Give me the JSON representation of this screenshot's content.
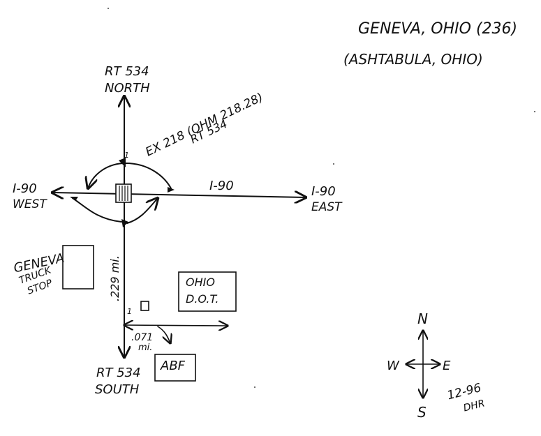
{
  "header": {
    "title": "GENEVA, OHIO (236)",
    "subtitle": "(ASHTABULA, OHIO)"
  },
  "roads": {
    "rt534_north": [
      "RT 534",
      "NORTH"
    ],
    "rt534_south": [
      "RT 534",
      "SOUTH"
    ],
    "i90_west": [
      "I-90",
      "WEST"
    ],
    "i90_east": [
      "I-90",
      "EAST"
    ],
    "i90_mid": "I-90"
  },
  "exit": {
    "number": "EX 218 (OHM 218.28)",
    "route": "RT 534"
  },
  "distances": {
    "south_leg": ".229 mi.",
    "east_branch": [
      ".071",
      "mi."
    ],
    "tick_marks": [
      "1",
      "1"
    ]
  },
  "places": {
    "truck_stop": [
      "GENEVA",
      "TRUCK",
      "STOP"
    ],
    "odot": [
      "OHIO",
      "D.O.T."
    ],
    "abf": "ABF"
  },
  "compass": {
    "n": "N",
    "s": "S",
    "e": "E",
    "w": "W"
  },
  "signature": {
    "date": "12-96",
    "initials": "DHR"
  }
}
